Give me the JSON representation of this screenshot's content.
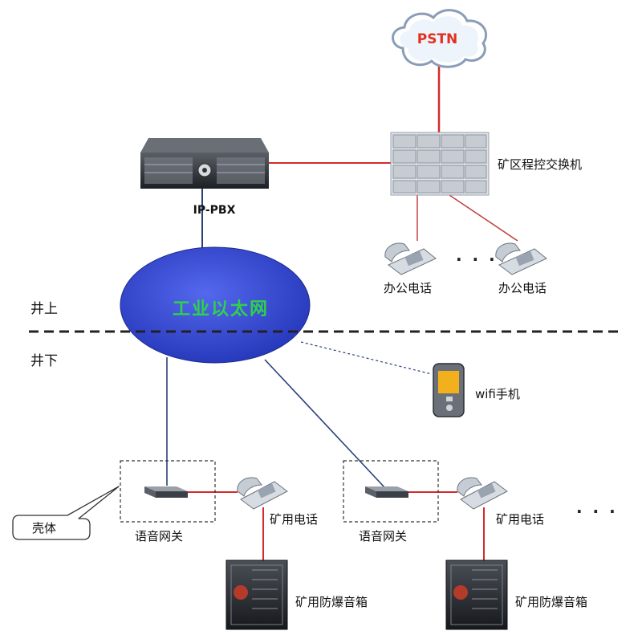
{
  "diagram": {
    "pstn_label": "PSTN",
    "ippbx_label": "IP-PBX",
    "exchange_label": "矿区程控交换机",
    "office_phone_1_label": "办公电话",
    "office_phone_2_label": "办公电话",
    "ellipsis_top": "· · ·",
    "network_label": "工业以太网",
    "above_ground_label": "井上",
    "below_ground_label": "井下",
    "wifi_phone_label": "wifi手机",
    "shell_label": "壳体",
    "gateway_1_label": "语音网关",
    "gateway_2_label": "语音网关",
    "mine_phone_1_label": "矿用电话",
    "mine_phone_2_label": "矿用电话",
    "ellipsis_bottom": "· · ·",
    "speaker_1_label": "矿用防爆音箱",
    "speaker_2_label": "矿用防爆音箱"
  },
  "colors": {
    "red_link": "#d42a2a",
    "blue_link": "#2a3f7a",
    "ellipse_fill": "#3a4fd6",
    "network_text": "#2fd14a",
    "pstn_text": "#e0301e"
  }
}
